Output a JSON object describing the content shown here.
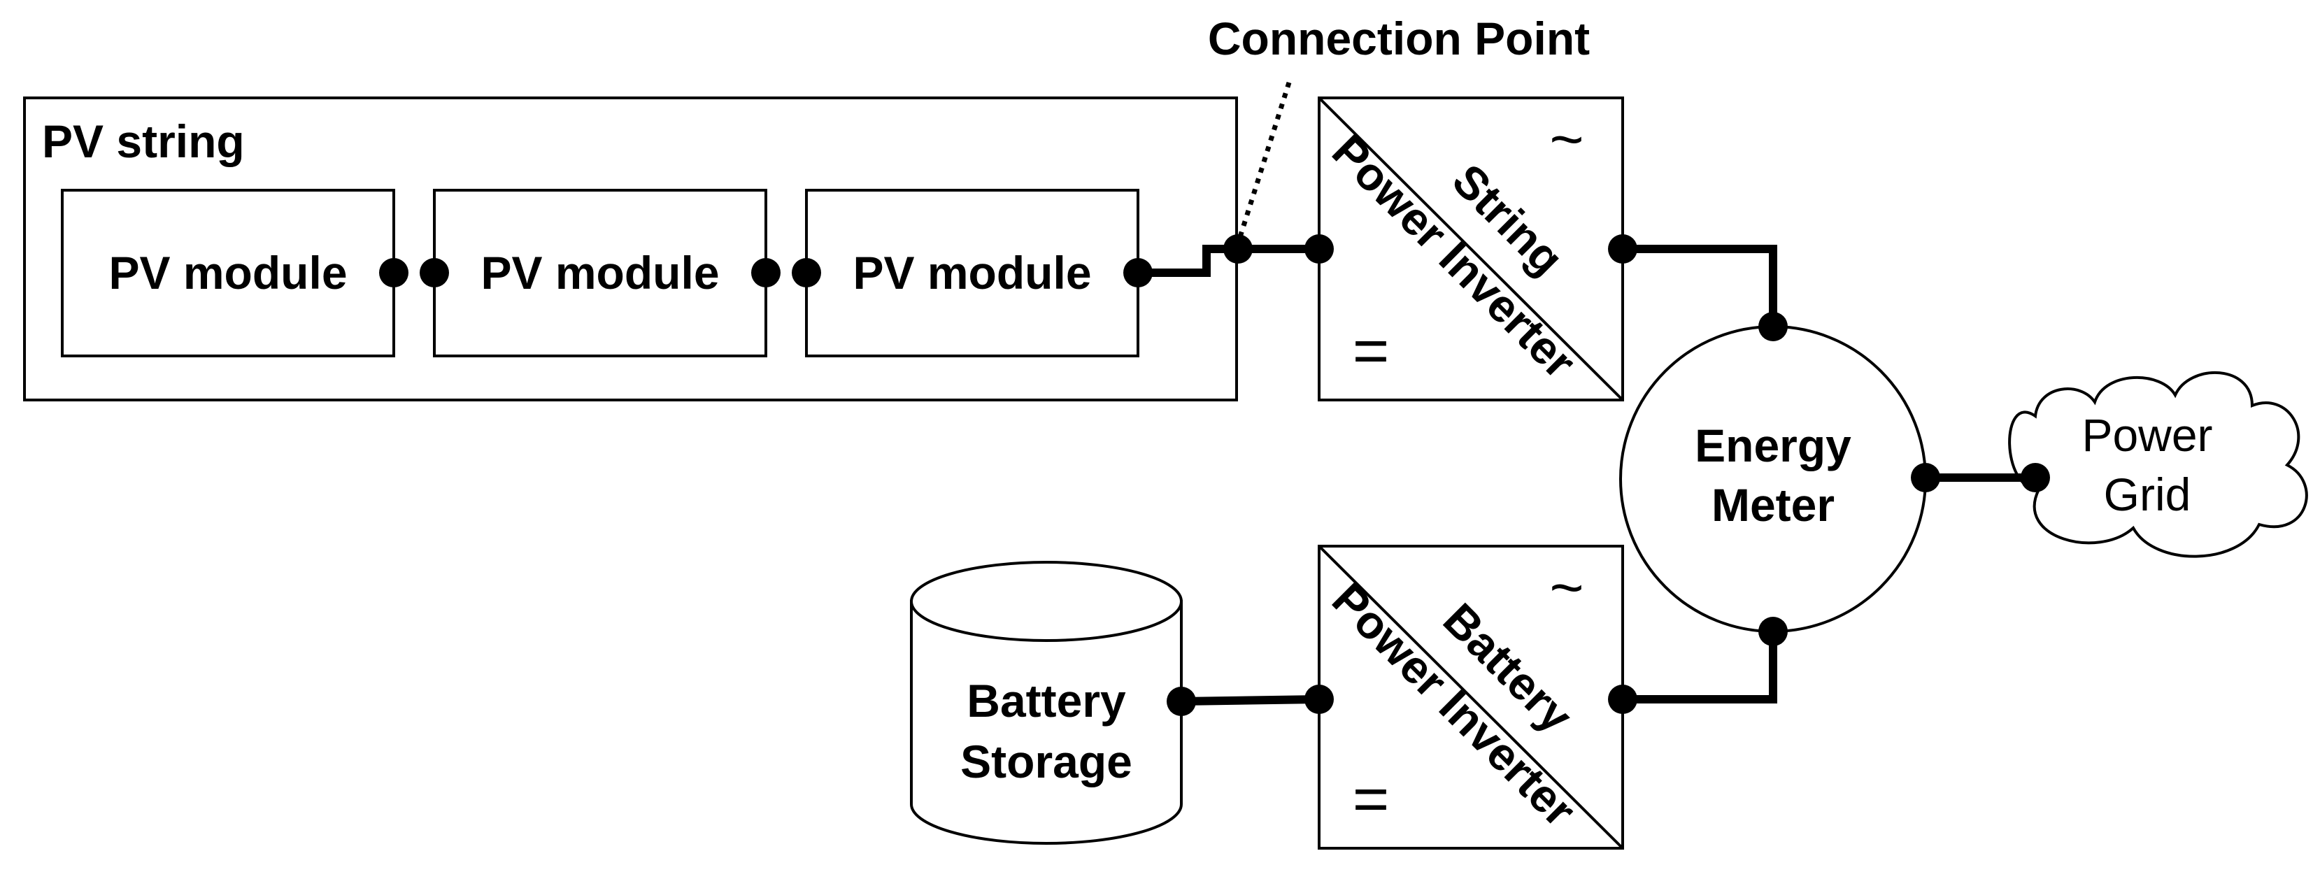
{
  "connection_point_label": "Connection Point",
  "pv_string": {
    "label": "PV string",
    "modules": [
      {
        "label": "PV module"
      },
      {
        "label": "PV module"
      },
      {
        "label": "PV module"
      }
    ]
  },
  "string_inverter": {
    "line1": "String",
    "line2": "Power Inverter",
    "ac_symbol": "~",
    "dc_symbol": "="
  },
  "battery_inverter": {
    "line1": "Battery",
    "line2": "Power Inverter",
    "ac_symbol": "~",
    "dc_symbol": "="
  },
  "energy_meter": {
    "line1": "Energy",
    "line2": "Meter"
  },
  "power_grid": {
    "line1": "Power",
    "line2": "Grid"
  },
  "battery_storage": {
    "line1": "Battery",
    "line2": "Storage"
  }
}
